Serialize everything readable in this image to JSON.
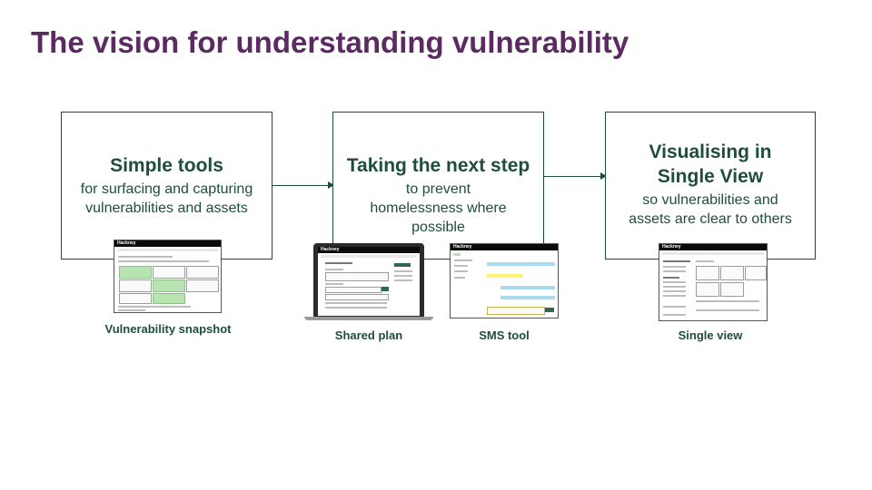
{
  "title": "The vision for understanding vulnerability",
  "steps": [
    {
      "head": "Simple tools",
      "sub": "for surfacing and capturing vulnerabilities and assets"
    },
    {
      "head": "Taking the next step",
      "sub": "to prevent homelessness where possible"
    },
    {
      "head": "Visualising in Single View",
      "sub": "so vulnerabilities and assets are clear to others"
    }
  ],
  "thumbnails": [
    {
      "caption": "Vulnerability snapshot",
      "brand": "Hackney"
    },
    {
      "caption": "Shared plan",
      "brand": "Hackney"
    },
    {
      "caption": "SMS tool",
      "brand": "Hackney"
    },
    {
      "caption": "Single view",
      "brand": "Hackney"
    }
  ],
  "colors": {
    "title": "#5b2a62",
    "accent": "#1e4d3d",
    "highlight_green": "#b7e4b0",
    "highlight_blue": "#a9dcef",
    "highlight_yellow": "#fff176"
  }
}
